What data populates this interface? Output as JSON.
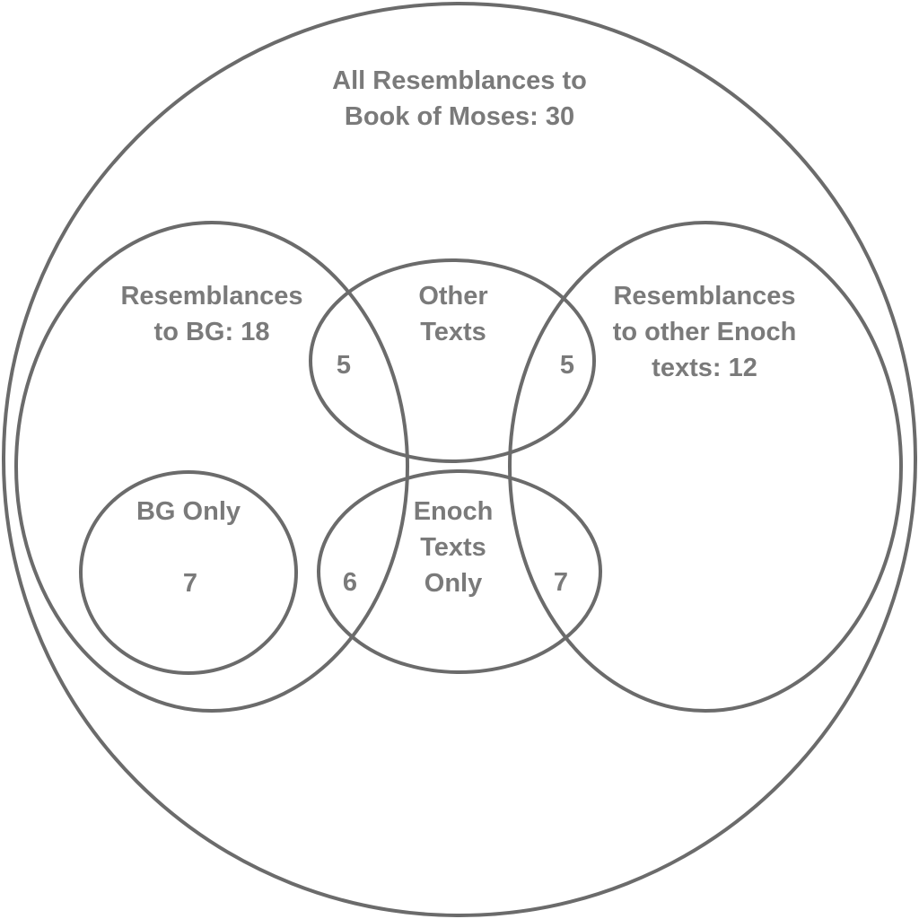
{
  "diagram": {
    "type": "venn",
    "colors": {
      "stroke": "#6b6b6b",
      "text": "#7a7a7a",
      "background": "#ffffff"
    },
    "sets": {
      "all": {
        "label_lines": [
          "All Resemblances to",
          "Book of Moses: 30"
        ],
        "total": 30
      },
      "bg": {
        "label_lines": [
          "Resemblances",
          "to BG: 18"
        ],
        "total": 18
      },
      "enoch": {
        "label_lines": [
          "Resemblances",
          "to other Enoch",
          "texts: 12"
        ],
        "total": 12
      },
      "other_texts": {
        "label_lines": [
          "Other",
          "Texts"
        ]
      },
      "enoch_only": {
        "label_lines": [
          "Enoch",
          "Texts",
          "Only"
        ]
      },
      "bg_only": {
        "label_lines": [
          "BG Only"
        ],
        "value": "7"
      }
    },
    "region_counts": {
      "bg_and_other": "5",
      "enoch_and_other": "5",
      "bg_and_enoch_only": "6",
      "enoch_and_enoch_only": "7",
      "bg_only": "7"
    }
  }
}
